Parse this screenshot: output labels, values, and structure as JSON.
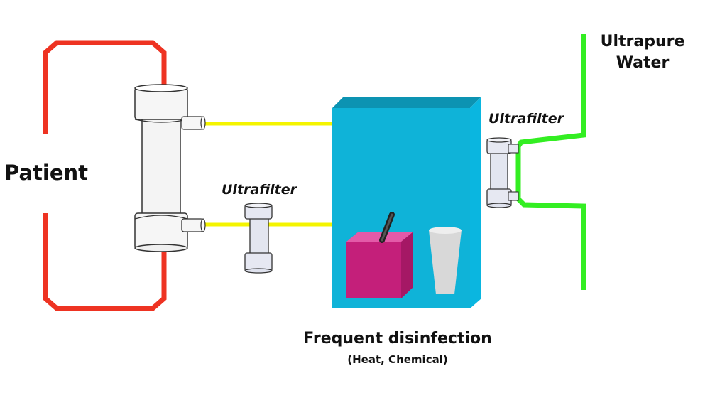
{
  "labels": {
    "patient": "Patient",
    "ultrafilter_left": "Ultrafilter",
    "ultrafilter_right": "Ultrafilter",
    "ultrapure_water_line1": "Ultrapure",
    "ultrapure_water_line2": "Water",
    "disinfection_title": "Frequent disinfection",
    "disinfection_subtitle": "(Heat, Chemical)"
  },
  "colors": {
    "patient_loop": "#ee3322",
    "dialysate_line": "#f4f400",
    "water_line": "#33ee22",
    "machine_front": "#0fb3d8",
    "machine_top": "#0c93b2",
    "machine_side": "#0ab6e0",
    "chemical_box": "#c41f7a",
    "filter_body": "#f3f3f3",
    "ultrafilter_body": "#e3e6f0"
  },
  "icons": [
    "dialyzer-icon",
    "ultrafilter-icon",
    "chemical-box-icon",
    "cup-icon",
    "disinfection-machine-icon"
  ]
}
